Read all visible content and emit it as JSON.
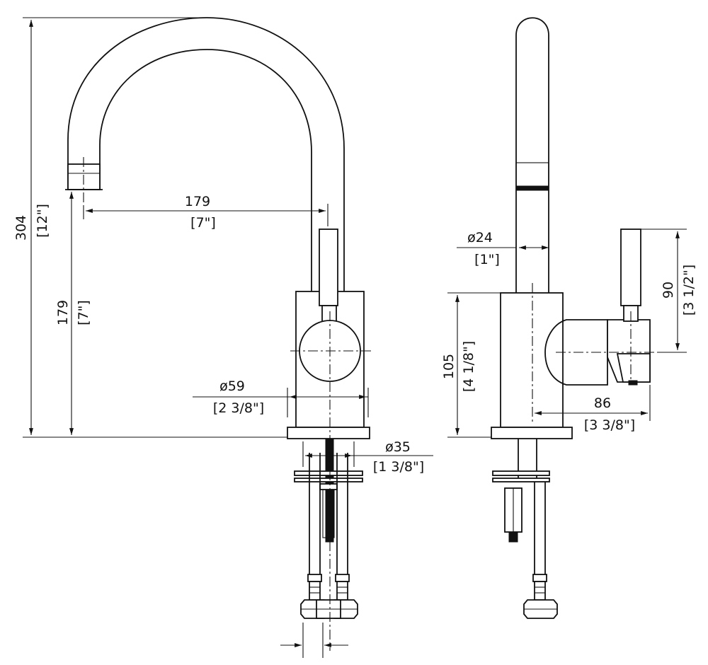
{
  "dimensions": {
    "total_height": {
      "mm": "304",
      "inch": "[12\"]"
    },
    "aerator_height": {
      "mm": "179",
      "inch": "[7\"]"
    },
    "spout_reach": {
      "mm": "179",
      "inch": "[7\"]"
    },
    "body_diameter": {
      "mm": "ø59",
      "inch": "[2 3/8\"]"
    },
    "shank_diameter": {
      "mm": "ø35",
      "inch": "[1 3/8\"]"
    },
    "spout_diameter": {
      "mm": "ø24",
      "inch": "[1\"]"
    },
    "body_height": {
      "mm": "105",
      "inch": "[4 1/8\"]"
    },
    "handle_height": {
      "mm": "90",
      "inch": "[3 1/2\"]"
    },
    "handle_projection": {
      "mm": "86",
      "inch": "[3 3/8\"]"
    }
  }
}
